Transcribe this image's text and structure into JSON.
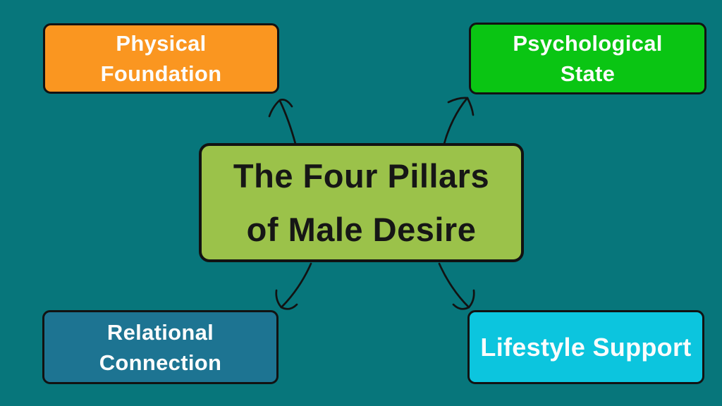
{
  "colors": {
    "background": "#07767B",
    "outline": "#121212"
  },
  "diagram": {
    "center": {
      "id": "four-pillars",
      "label": "The Four Pillars of Male Desire",
      "lines": [
        "The Four Pillars",
        "of Male Desire"
      ],
      "bg": "#9BC24A",
      "text_color": "#161616"
    },
    "nodes": [
      {
        "id": "physical-foundation",
        "label": "Physical Foundation",
        "lines": [
          "Physical",
          "Foundation"
        ],
        "bg": "#FA9620",
        "text_color": "#FCFCFC"
      },
      {
        "id": "psychological-state",
        "label": "Psychological State",
        "lines": [
          "Psychological",
          "State"
        ],
        "bg": "#0AC513",
        "text_color": "#FCFCFC"
      },
      {
        "id": "relational-connection",
        "label": "Relational Connection",
        "lines": [
          "Relational",
          "Connection"
        ],
        "bg": "#1D7492",
        "text_color": "#FCFCFC"
      },
      {
        "id": "lifestyle-support",
        "label": "Lifestyle Support",
        "lines": [
          "Lifestyle Support"
        ],
        "bg": "#0CC5DE",
        "text_color": "#FCFCFC"
      }
    ]
  }
}
